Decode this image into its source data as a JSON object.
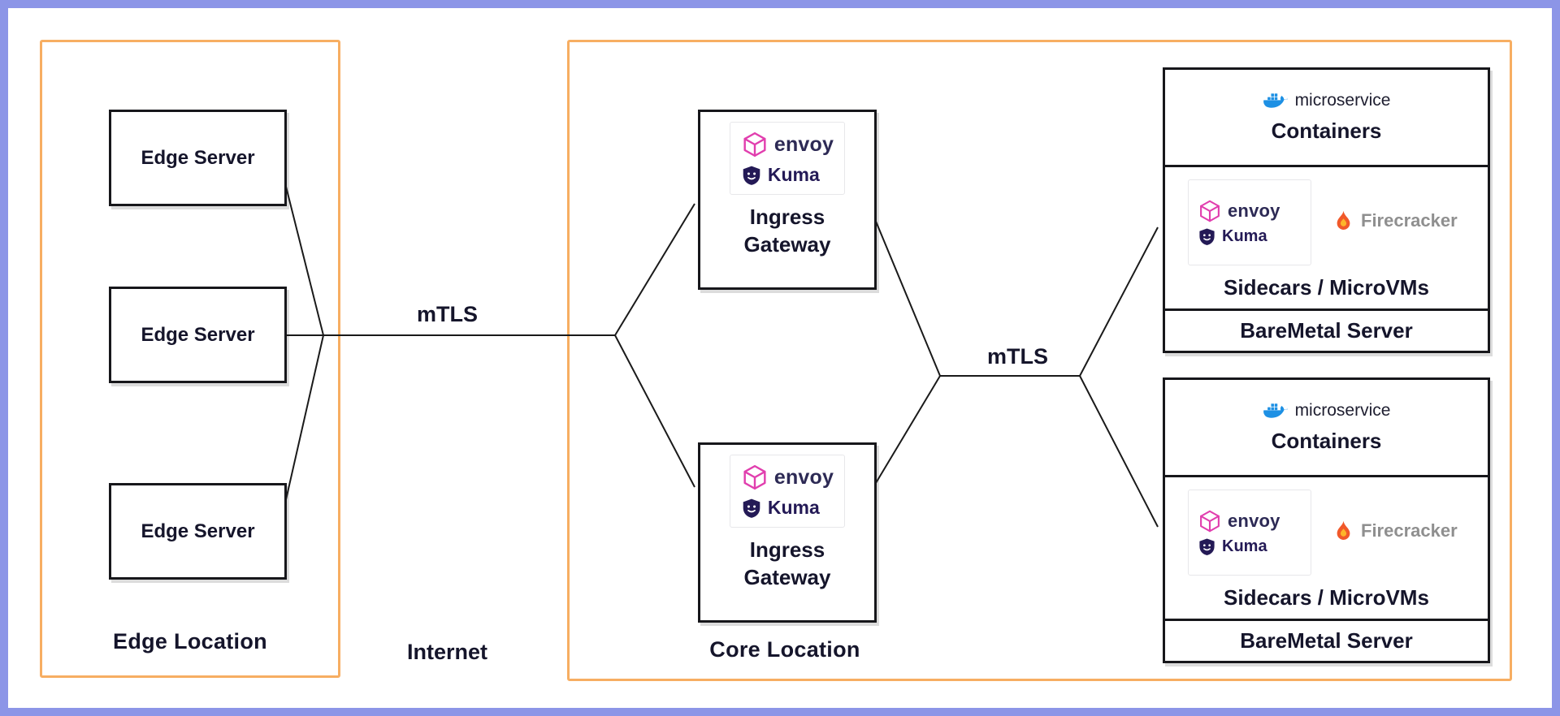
{
  "edge_location": {
    "label": "Edge Location",
    "servers": [
      "Edge Server",
      "Edge Server",
      "Edge Server"
    ]
  },
  "connections": {
    "mtls_left": "mTLS",
    "internet": "Internet",
    "mtls_right": "mTLS"
  },
  "core_location": {
    "label": "Core Location",
    "gateways": [
      {
        "envoy": "envoy",
        "kuma": "Kuma",
        "title_line1": "Ingress",
        "title_line2": "Gateway"
      },
      {
        "envoy": "envoy",
        "kuma": "Kuma",
        "title_line1": "Ingress",
        "title_line2": "Gateway"
      }
    ],
    "stacks": [
      {
        "microservice": "microservice",
        "containers": "Containers",
        "envoy": "envoy",
        "kuma": "Kuma",
        "firecracker": "Firecracker",
        "sidecars": "Sidecars / MicroVMs",
        "baremetal": "BareMetal Server"
      },
      {
        "microservice": "microservice",
        "containers": "Containers",
        "envoy": "envoy",
        "kuma": "Kuma",
        "firecracker": "Firecracker",
        "sidecars": "Sidecars / MicroVMs",
        "baremetal": "BareMetal Server"
      }
    ]
  },
  "icons": {
    "envoy": "envoy-icon",
    "kuma": "kuma-shield-icon",
    "docker": "docker-whale-icon",
    "firecracker": "flame-icon"
  },
  "colors": {
    "frame_blue": "#8C95E7",
    "group_orange": "#F7AE62",
    "line_black": "#1A1A1A",
    "box_border": "#17171B",
    "envoy_pink": "#E13EAE",
    "envoy_text": "#2D2A55",
    "kuma_purple": "#241A56",
    "docker_blue": "#1D90E4",
    "flame_orange": "#F1592A",
    "firecracker_gray": "#8F8F8F"
  }
}
